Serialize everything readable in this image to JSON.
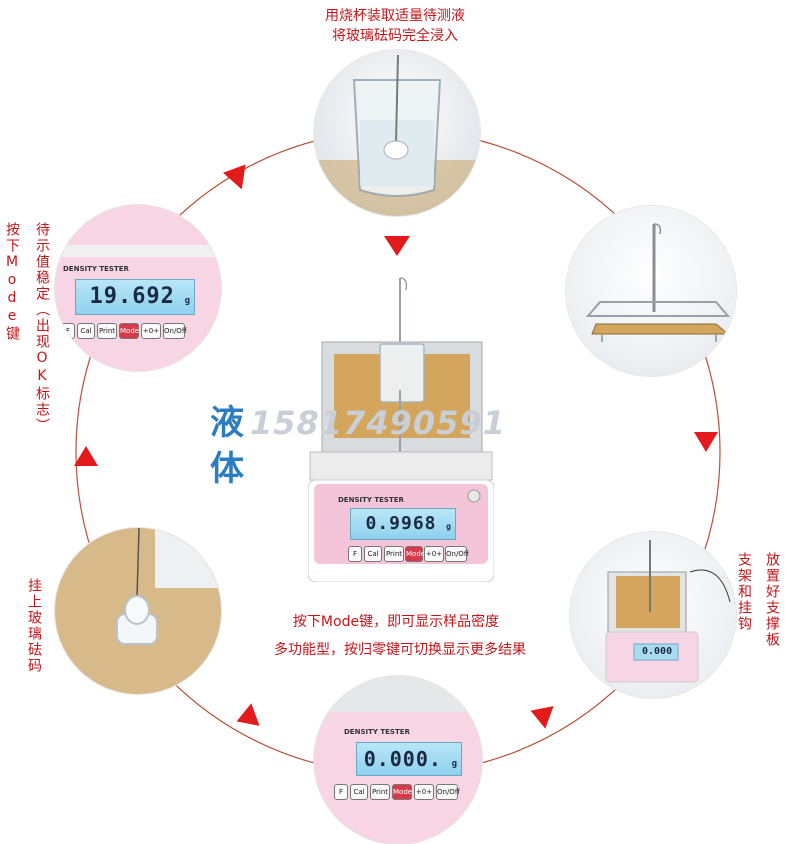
{
  "captions": {
    "top_line1": "用烧杯装取适量待测液",
    "top_line2": "将玻璃砝码完全浸入",
    "left_outer": "按下Mode键",
    "left_inner": "待示值稳定（出现OK标志）",
    "left_lower": "挂上玻璃砝码",
    "right_outer": "放置好支撑板",
    "right_inner": "支架和挂钩",
    "bottom_line1": "按下Mode键，即可显示样品密度",
    "bottom_line2": "多功能型，按归零键可切换显示更多结果"
  },
  "watermark": {
    "digits": "15817490591",
    "char1": "液",
    "char2": "体"
  },
  "device": {
    "brand": "DENSITY TESTER",
    "reading_center": "0.9968",
    "reading_left": "19.692",
    "reading_bottom": "0.000.",
    "reading_right": "0.000",
    "unit": "g",
    "keys": [
      "F",
      "Cal",
      "Print",
      "Mode",
      "+0+",
      "On/Off"
    ]
  },
  "colors": {
    "accent_red": "#e31a1c",
    "caption_red": "#c0171b",
    "ring": "#b5523a",
    "device_pink": "#f4c4d8"
  }
}
